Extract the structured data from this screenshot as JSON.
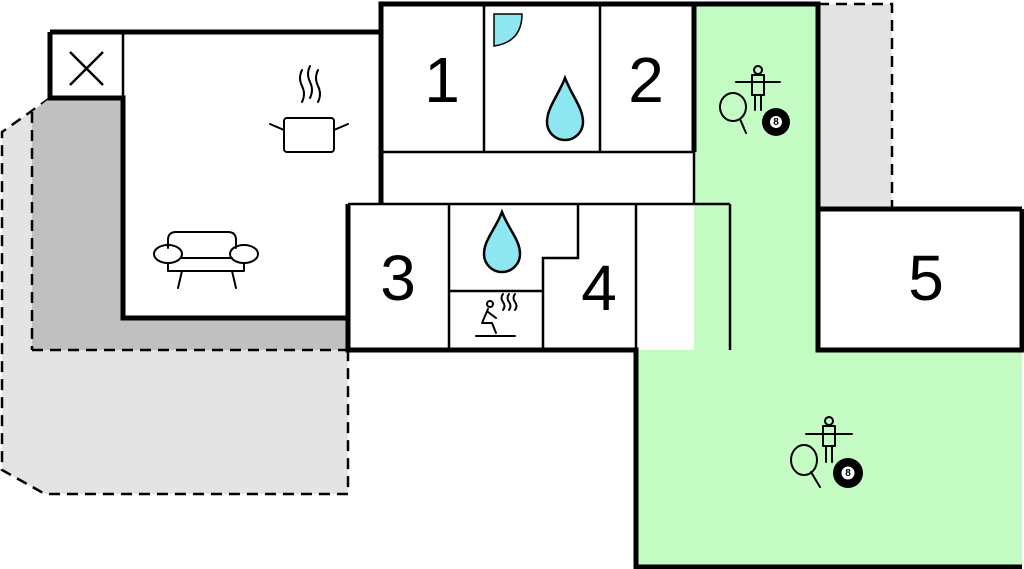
{
  "floorplan": {
    "rooms": [
      {
        "id": "room-1",
        "label": "1"
      },
      {
        "id": "room-2",
        "label": "2"
      },
      {
        "id": "room-3",
        "label": "3"
      },
      {
        "id": "room-4",
        "label": "4"
      },
      {
        "id": "room-5",
        "label": "5"
      }
    ],
    "icons": [
      "stairs-icon",
      "kitchen-pot-icon",
      "sofa-icon",
      "door-swing-icon",
      "water-drop-icon",
      "sauna-icon",
      "table-football-icon",
      "table-tennis-icon",
      "billiard-ball-icon"
    ],
    "billiard_ball_label": "8",
    "colors": {
      "activity_area": "#c4fcc4",
      "covered_terrace": "#c0c0c0",
      "open_terrace": "#e4e4e4",
      "water": "#8ee6f0",
      "door": "#8ee6f0"
    }
  }
}
